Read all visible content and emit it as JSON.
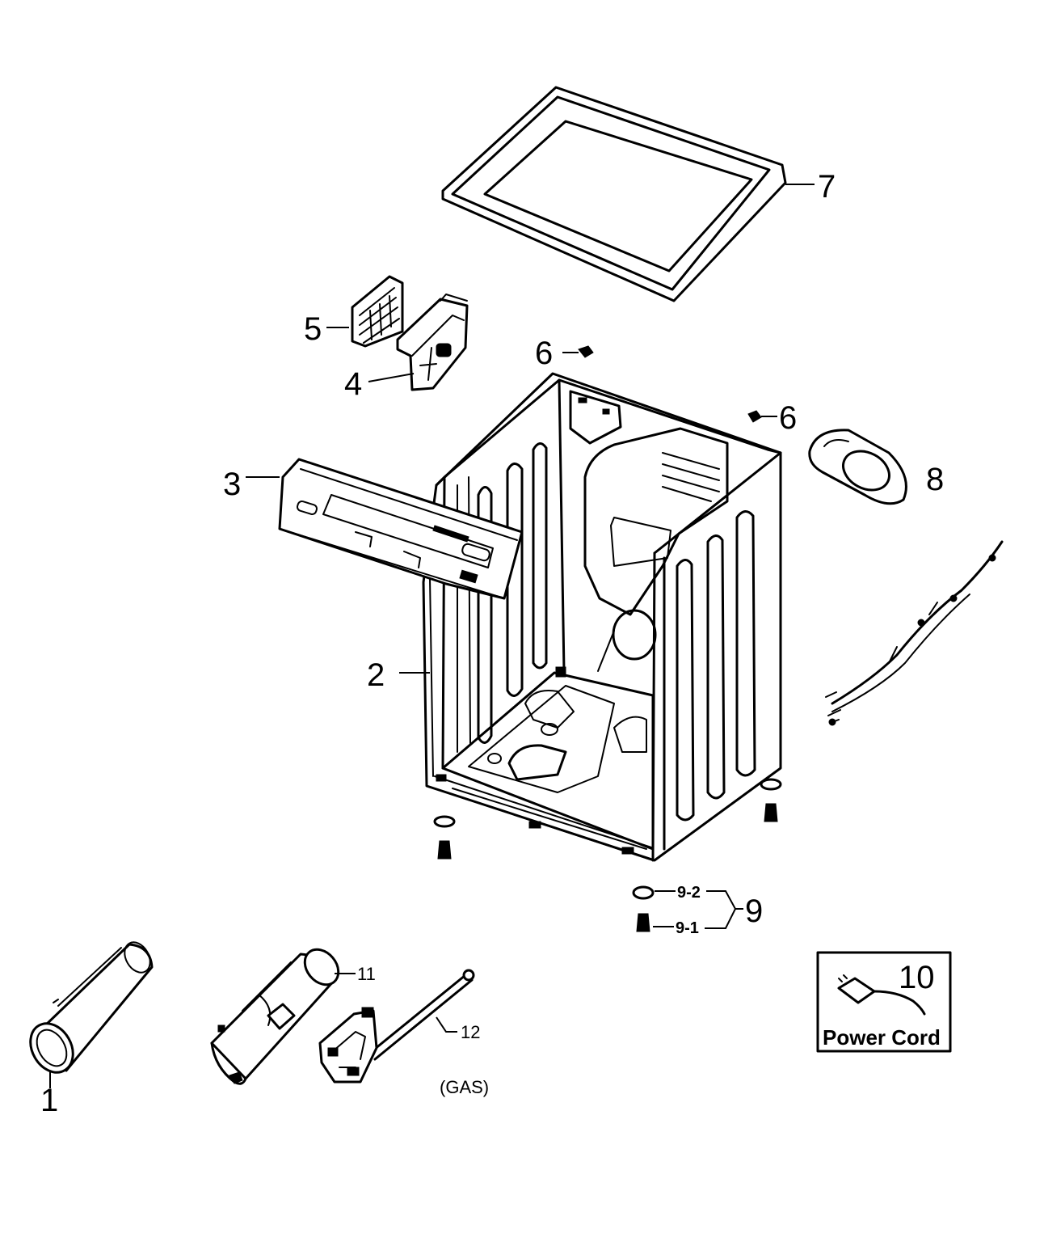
{
  "labels": {
    "p1": "1",
    "p2": "2",
    "p3": "3",
    "p4": "4",
    "p5": "5",
    "p6a": "6",
    "p6b": "6",
    "p7": "7",
    "p8": "8",
    "p9": "9",
    "p9_1": "9-1",
    "p9_2": "9-2",
    "p10": "10",
    "p11": "11",
    "p12": "12",
    "gas_note": "(GAS)",
    "power_cord": "Power Cord"
  }
}
